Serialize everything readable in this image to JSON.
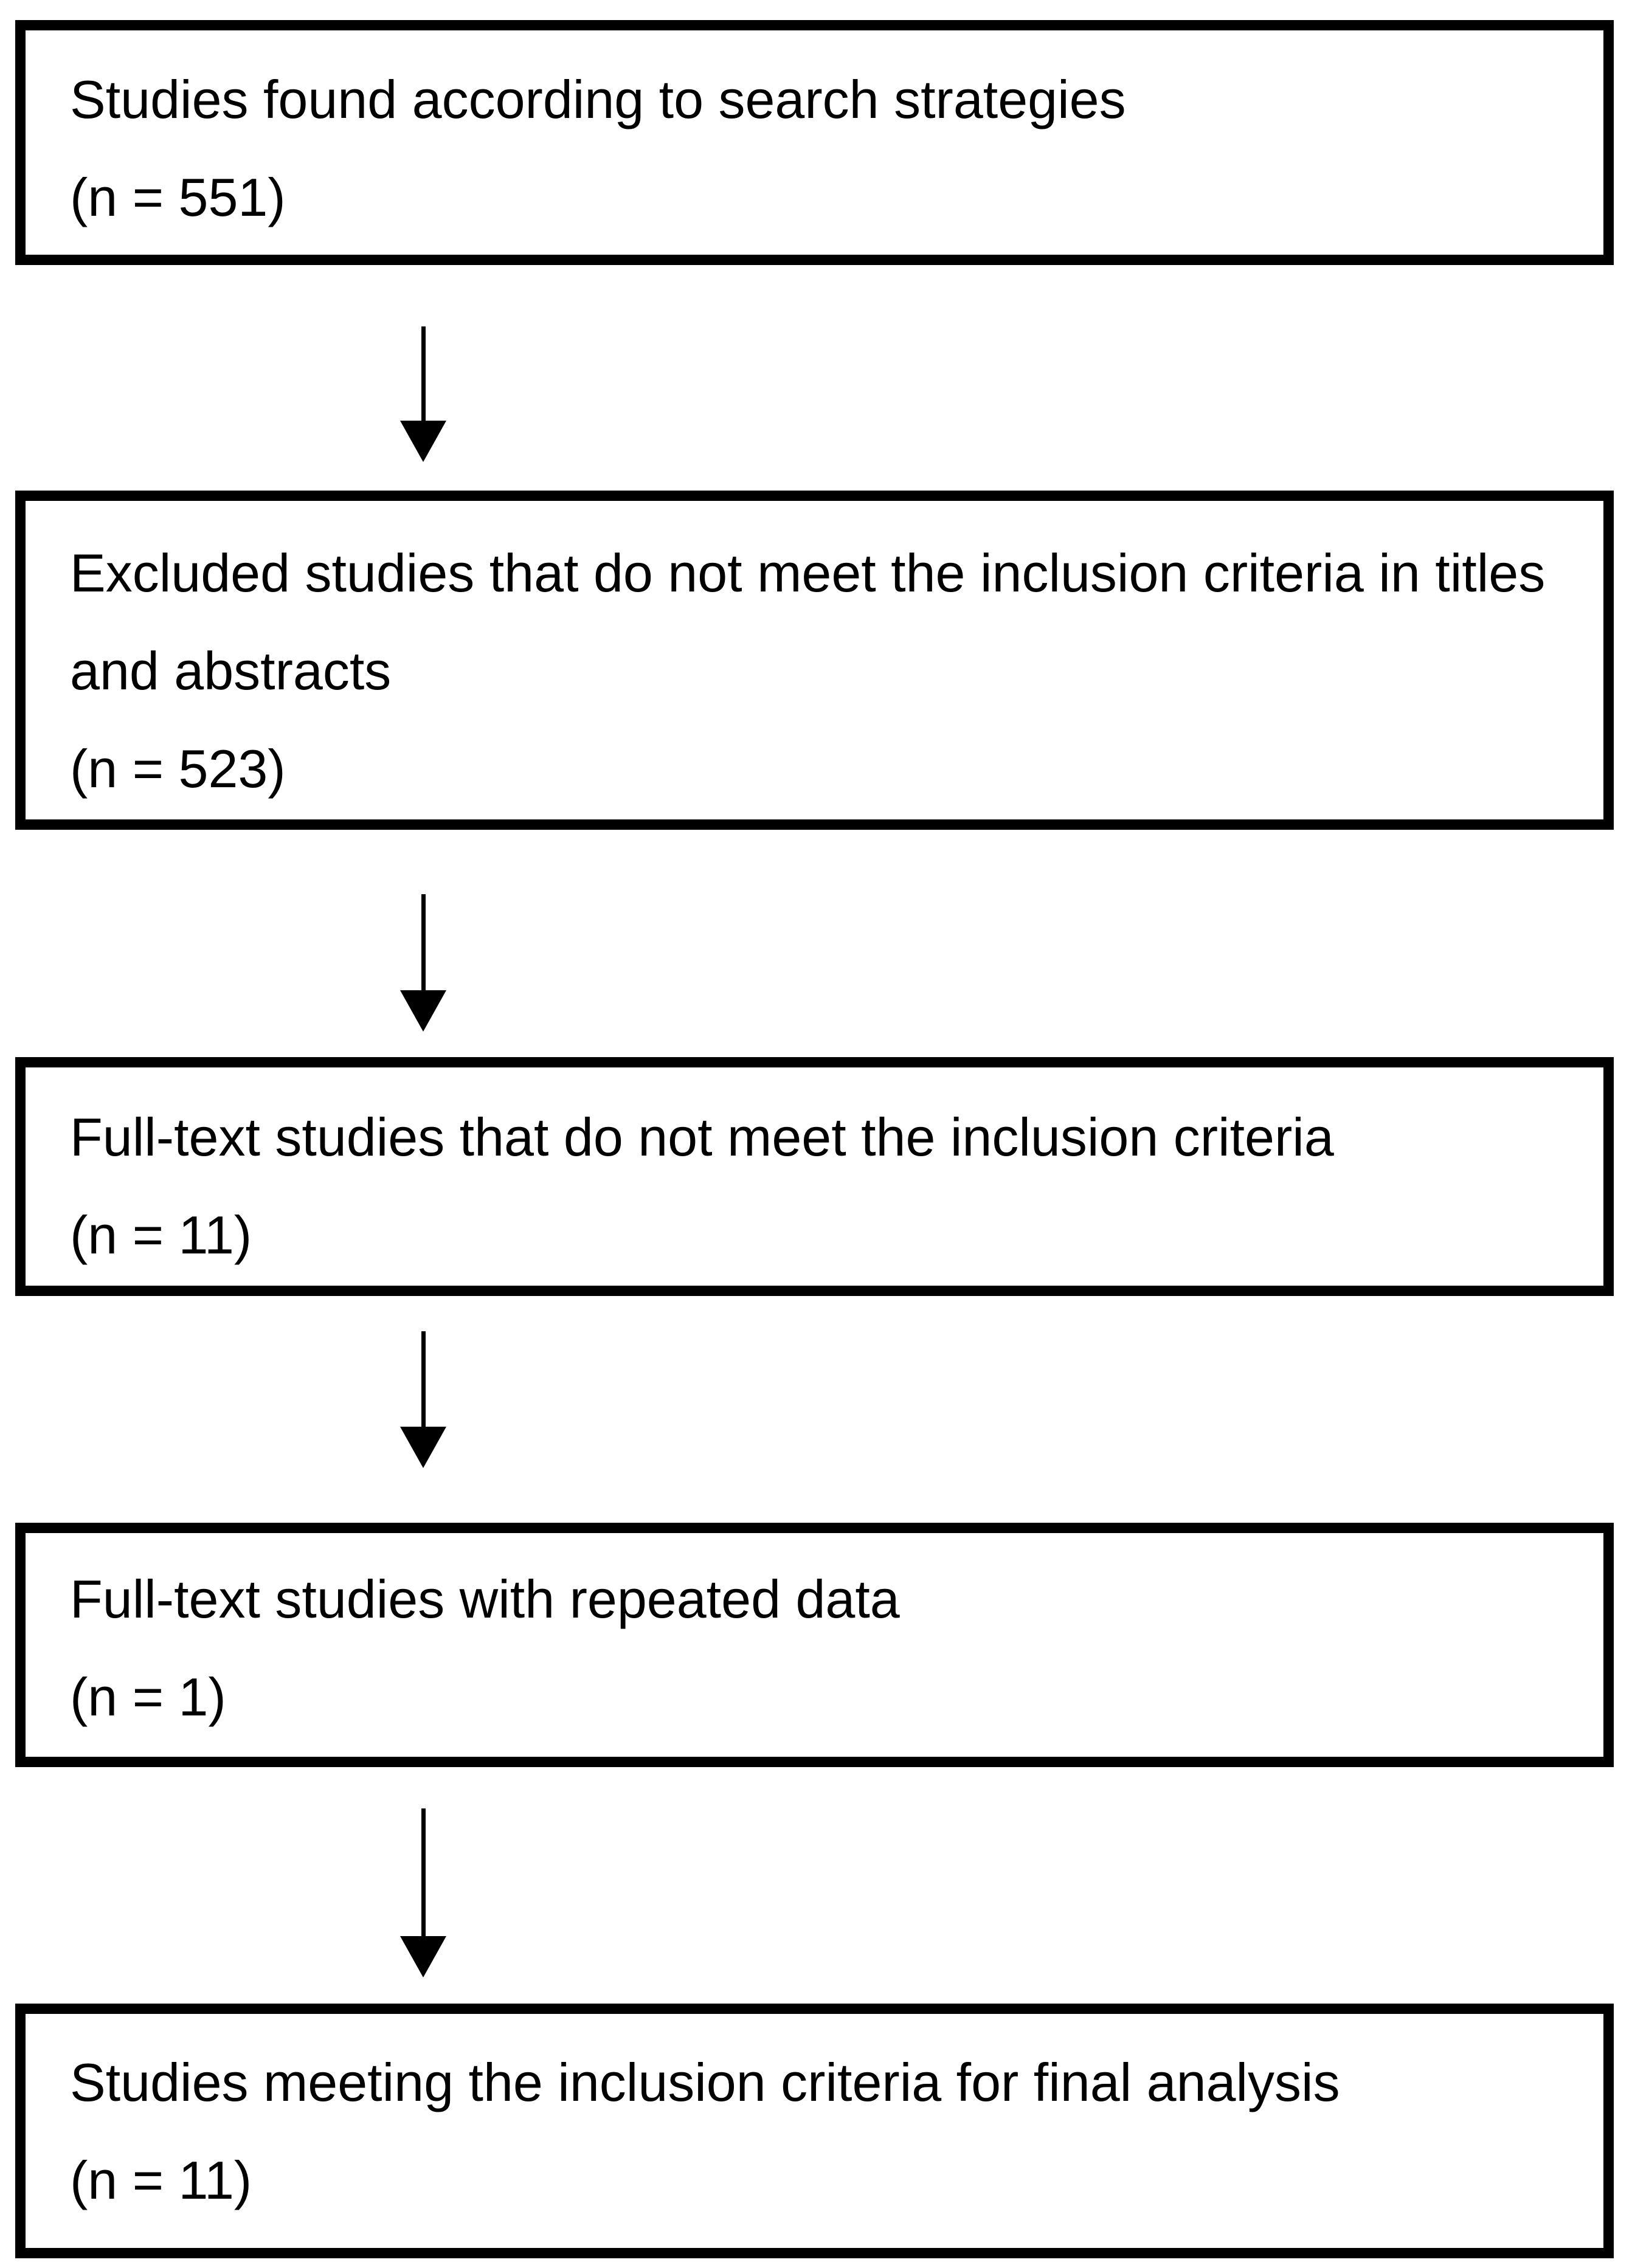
{
  "diagram": {
    "background_color": "#ffffff",
    "box_border_color": "#000000",
    "text_color": "#000000",
    "arrow_color": "#000000",
    "boxes": [
      {
        "lines": [
          "Studies found according to search strategies"
        ],
        "count": "(n = 551)"
      },
      {
        "lines": [
          "Excluded studies that do not meet the inclusion criteria in titles",
          "and abstracts"
        ],
        "count": "(n = 523)"
      },
      {
        "lines": [
          "Full-text studies that do not meet the inclusion criteria"
        ],
        "count": "(n = 11)"
      },
      {
        "lines": [
          "Full-text studies with repeated data"
        ],
        "count": "(n = 1)"
      },
      {
        "lines": [
          "Studies meeting the inclusion criteria for final analysis"
        ],
        "count": "(n = 11)"
      }
    ]
  }
}
